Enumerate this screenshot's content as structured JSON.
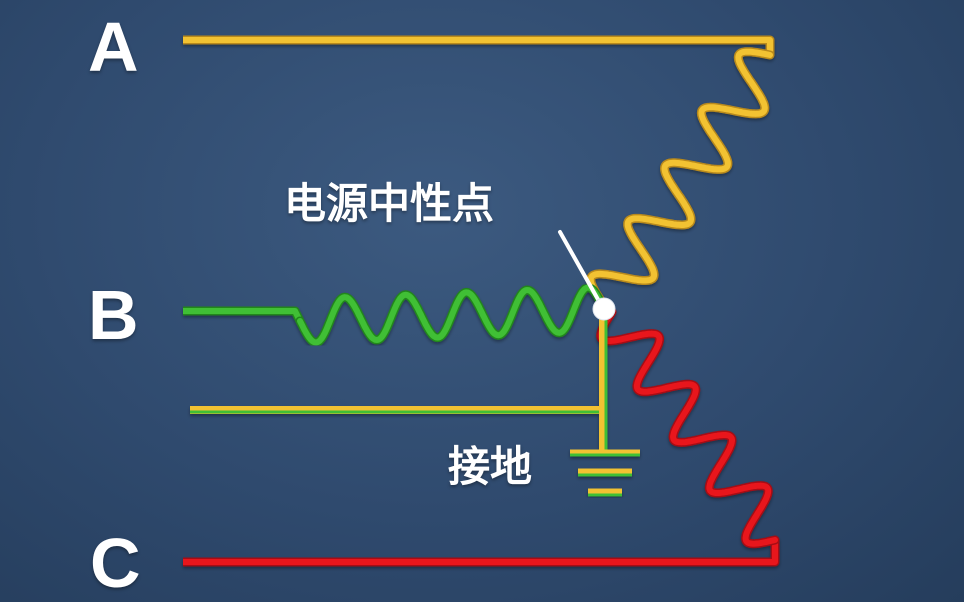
{
  "labels": {
    "phase_a": "A",
    "phase_b": "B",
    "phase_c": "C",
    "neutral_point": "电源中性点",
    "ground": "接地"
  },
  "colors": {
    "background": "#2f4a6e",
    "phase_a_wire": "#f2c232",
    "phase_b_wire": "#3fbf34",
    "phase_c_wire": "#e8151b",
    "ground_stripe_a": "#f2c232",
    "ground_stripe_b": "#3fbf34",
    "label_text": "#ffffff"
  }
}
